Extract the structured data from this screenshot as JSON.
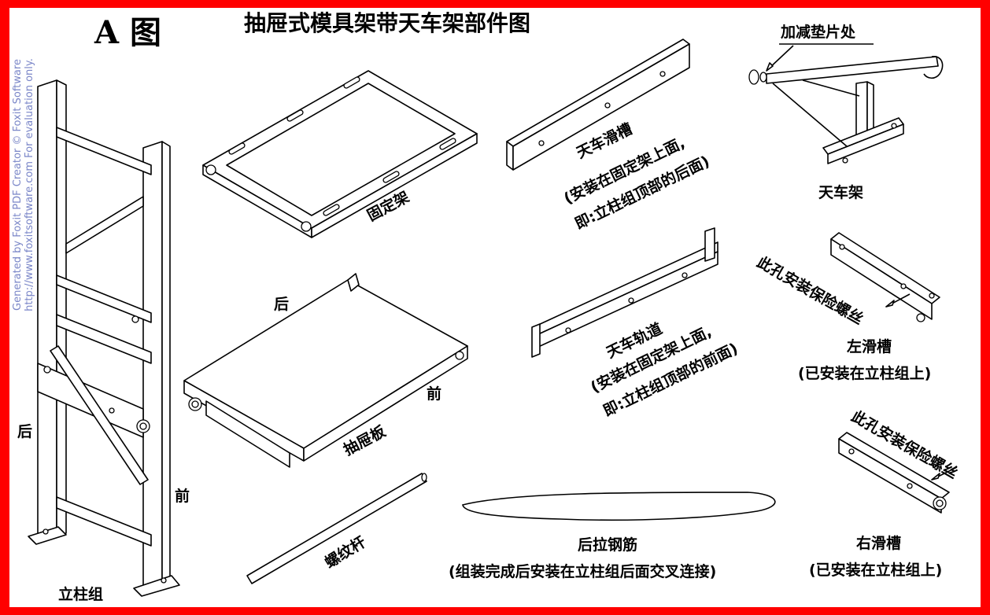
{
  "title": "抽屉式模具架带天车架部件图",
  "figure_label": "A 图",
  "watermark": {
    "line1": "Generated by Foxit PDF Creator © Foxit Software",
    "line2": "http://www.foxitsoftware.com   For evaluation only."
  },
  "labels": {
    "column_group": "立柱组",
    "column_back": "后",
    "column_front": "前",
    "fixed_frame": "固定架",
    "drawer_board": "抽屉板",
    "drawer_back": "后",
    "drawer_front": "前",
    "screw_rod": "螺纹杆",
    "crane_slide_title": "天车滑槽",
    "crane_slide_note1": "(安装在固定架上面,",
    "crane_slide_note2": "即:立柱组顶部的后面)",
    "crane_track_title": "天车轨道",
    "crane_track_note1": "(安装在固定架上面,",
    "crane_track_note2": "即:立柱组顶部的前面)",
    "shim_note": "加减垫片处",
    "crane_frame": "天车架",
    "left_hole_note": "此孔安装保险螺丝",
    "left_slide": "左滑槽",
    "left_slide_note": "(已安装在立柱组上)",
    "right_hole_note": "此孔安装保险螺丝",
    "right_slide": "右滑槽",
    "right_slide_note": "(已安装在立柱组上)",
    "rear_rebar": "后拉钢筋",
    "rear_rebar_note": "(组装完成后安装在立柱组后面交叉连接)"
  }
}
